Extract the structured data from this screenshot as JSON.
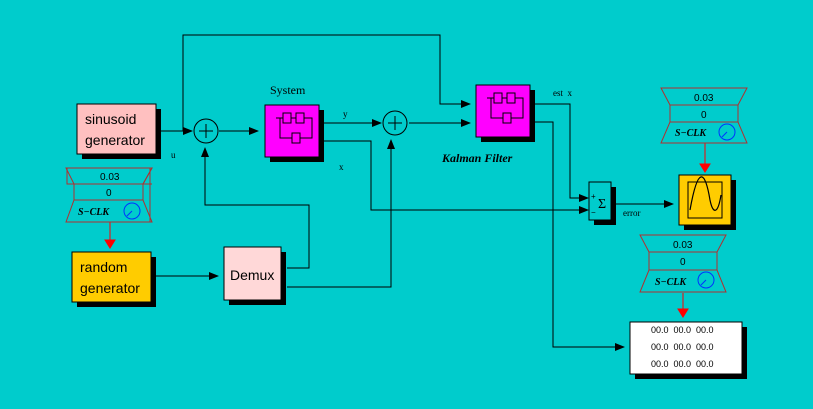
{
  "blocks": {
    "sinusoid": {
      "line1": "sinusoid",
      "line2": "generator",
      "color": "#ffc0c0"
    },
    "random": {
      "line1": "random",
      "line2": "generator",
      "color": "#ffcc00"
    },
    "demux": {
      "label": "Demux",
      "color": "#ffd8d8"
    },
    "system": {
      "label": "System",
      "color": "#ff00ff"
    },
    "kalman": {
      "label": "Kalman Filter",
      "color": "#ff00ff"
    },
    "scope": {
      "color": "#ffcc00"
    },
    "display": {
      "rows": [
        "00.0  00.0  00.0",
        "00.0  00.0  00.0",
        "00.0  00.0  00.0"
      ]
    }
  },
  "clocks": [
    {
      "period": "0.03",
      "init": "0",
      "name": "S−CLK"
    },
    {
      "period": "0.03",
      "init": "0",
      "name": "S−CLK"
    },
    {
      "period": "0.03",
      "init": "0",
      "name": "S−CLK"
    }
  ],
  "signals": {
    "u": "u",
    "y": "y",
    "x": "x",
    "est_x": "est  x",
    "error": "error"
  },
  "colors": {
    "background": "#00cccc",
    "event_link": "#ff0000",
    "clock_border": "#b03030"
  }
}
